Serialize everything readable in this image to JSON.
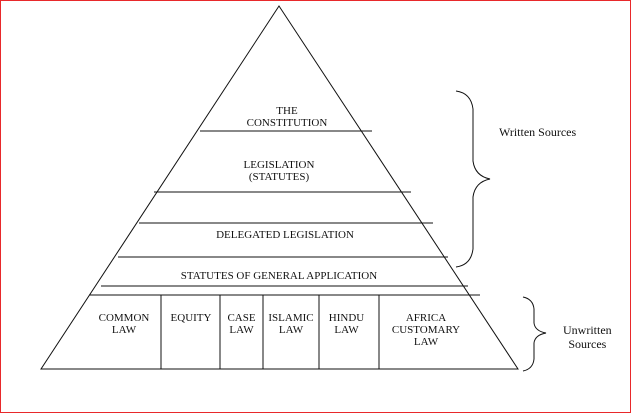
{
  "tiers": {
    "constitution": [
      "THE",
      "CONSTITUTION"
    ],
    "legislation": [
      "LEGISLATION",
      "(STATUTES)"
    ],
    "delegated": "DELEGATED LEGISLATION",
    "statutes_general": "STATUTES OF GENERAL APPLICATION"
  },
  "unwritten": {
    "common_law": [
      "COMMON",
      "LAW"
    ],
    "equity": "EQUITY",
    "case_law": [
      "CASE",
      "LAW"
    ],
    "islamic_law": [
      "ISLAMIC",
      "LAW"
    ],
    "hindu_law": [
      "HINDU",
      "LAW"
    ],
    "african_customary": [
      "AFRICA",
      "CUSTOMARY",
      "LAW"
    ]
  },
  "side_labels": {
    "written": "Written Sources",
    "unwritten": [
      "Unwritten",
      "Sources"
    ]
  },
  "colors": {
    "border": "#e8292b",
    "lines": "#111111"
  }
}
